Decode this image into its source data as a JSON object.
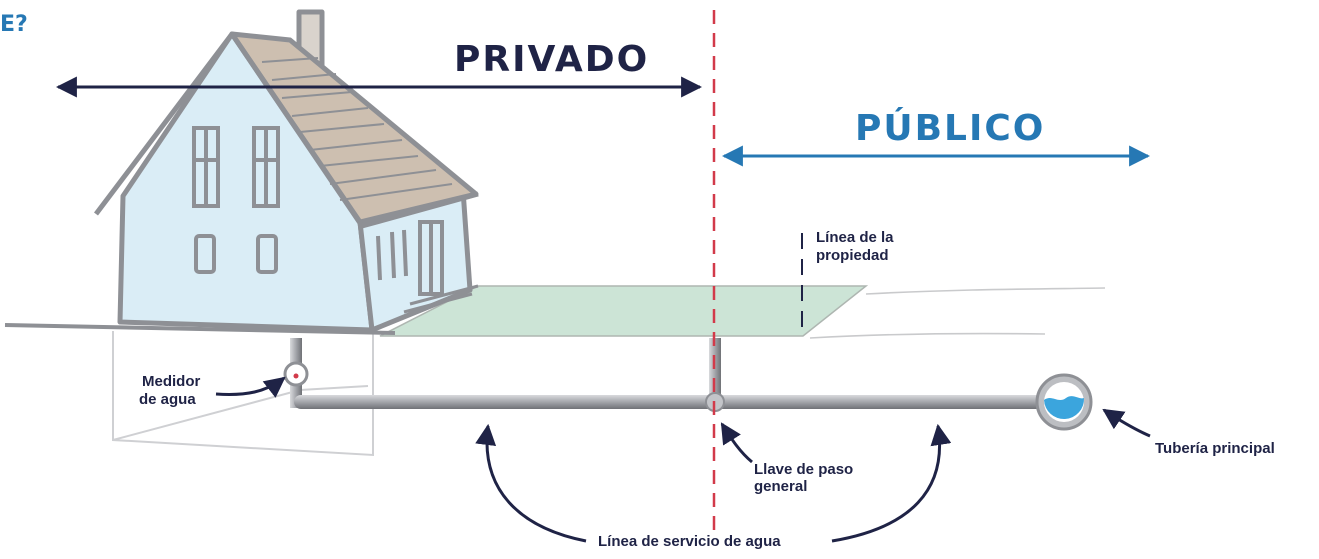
{
  "header_fragment": "E?",
  "zones": {
    "private": "PRIVADO",
    "public": "PÚBLICO"
  },
  "labels": {
    "property_line": [
      "Línea de la",
      "propiedad"
    ],
    "water_meter": [
      "Medidor",
      "de agua"
    ],
    "main_valve": [
      "Llave de paso",
      "general"
    ],
    "main_pipe": "Tubería principal",
    "service_line": "Línea de servicio de agua"
  },
  "colors": {
    "navy": "#1f2346",
    "blue": "#2678b4",
    "boundary_red": "#d23a4a",
    "house_wall": "#daedf6",
    "roof": "#cdbfb0",
    "lawn": "#cce4d6",
    "water": "#3ba5dd",
    "pipe": "#9fa1a6"
  },
  "icons": {
    "meter": "water-meter-icon",
    "valve": "shutoff-valve-icon",
    "main": "water-main-cross-section-icon"
  }
}
